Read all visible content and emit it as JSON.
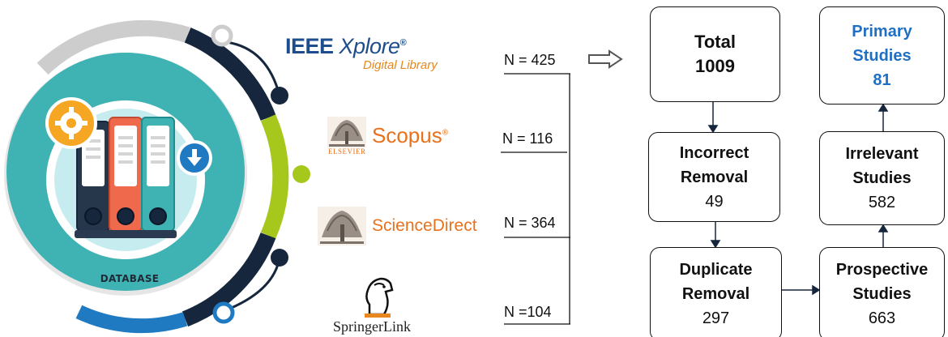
{
  "database": {
    "label": "DATABASE",
    "icon": "binder-database-icon",
    "colors": {
      "teal": "#3fb3b4",
      "navy": "#15263d",
      "lime": "#a6c81d",
      "blue": "#1f7ac2",
      "gray": "#cdcdcd",
      "orange": "#ef6a4d",
      "gold": "#f5a623"
    }
  },
  "sources": [
    {
      "name": "IEEE Xplore",
      "sub": "Digital Library",
      "count": "N = 425"
    },
    {
      "name": "Scopus",
      "publisher": "ELSEVIER",
      "count": "N = 116"
    },
    {
      "name": "ScienceDirect",
      "count": "N = 364"
    },
    {
      "name": "SpringerLink",
      "count": "N =104"
    }
  ],
  "flow": {
    "total": {
      "title": "Total",
      "value": "1009"
    },
    "incorrect": {
      "title_line1": "Incorrect",
      "title_line2": "Removal",
      "value": "49"
    },
    "duplicate": {
      "title_line1": "Duplicate",
      "title_line2": "Removal",
      "value": "297"
    },
    "prospective": {
      "title_line1": "Prospective",
      "title_line2": "Studies",
      "value": "663"
    },
    "irrelevant": {
      "title_line1": "Irrelevant",
      "title_line2": "Studies",
      "value": "582"
    },
    "primary": {
      "title_line1": "Primary",
      "title_line2": "Studies",
      "value": "81"
    }
  }
}
